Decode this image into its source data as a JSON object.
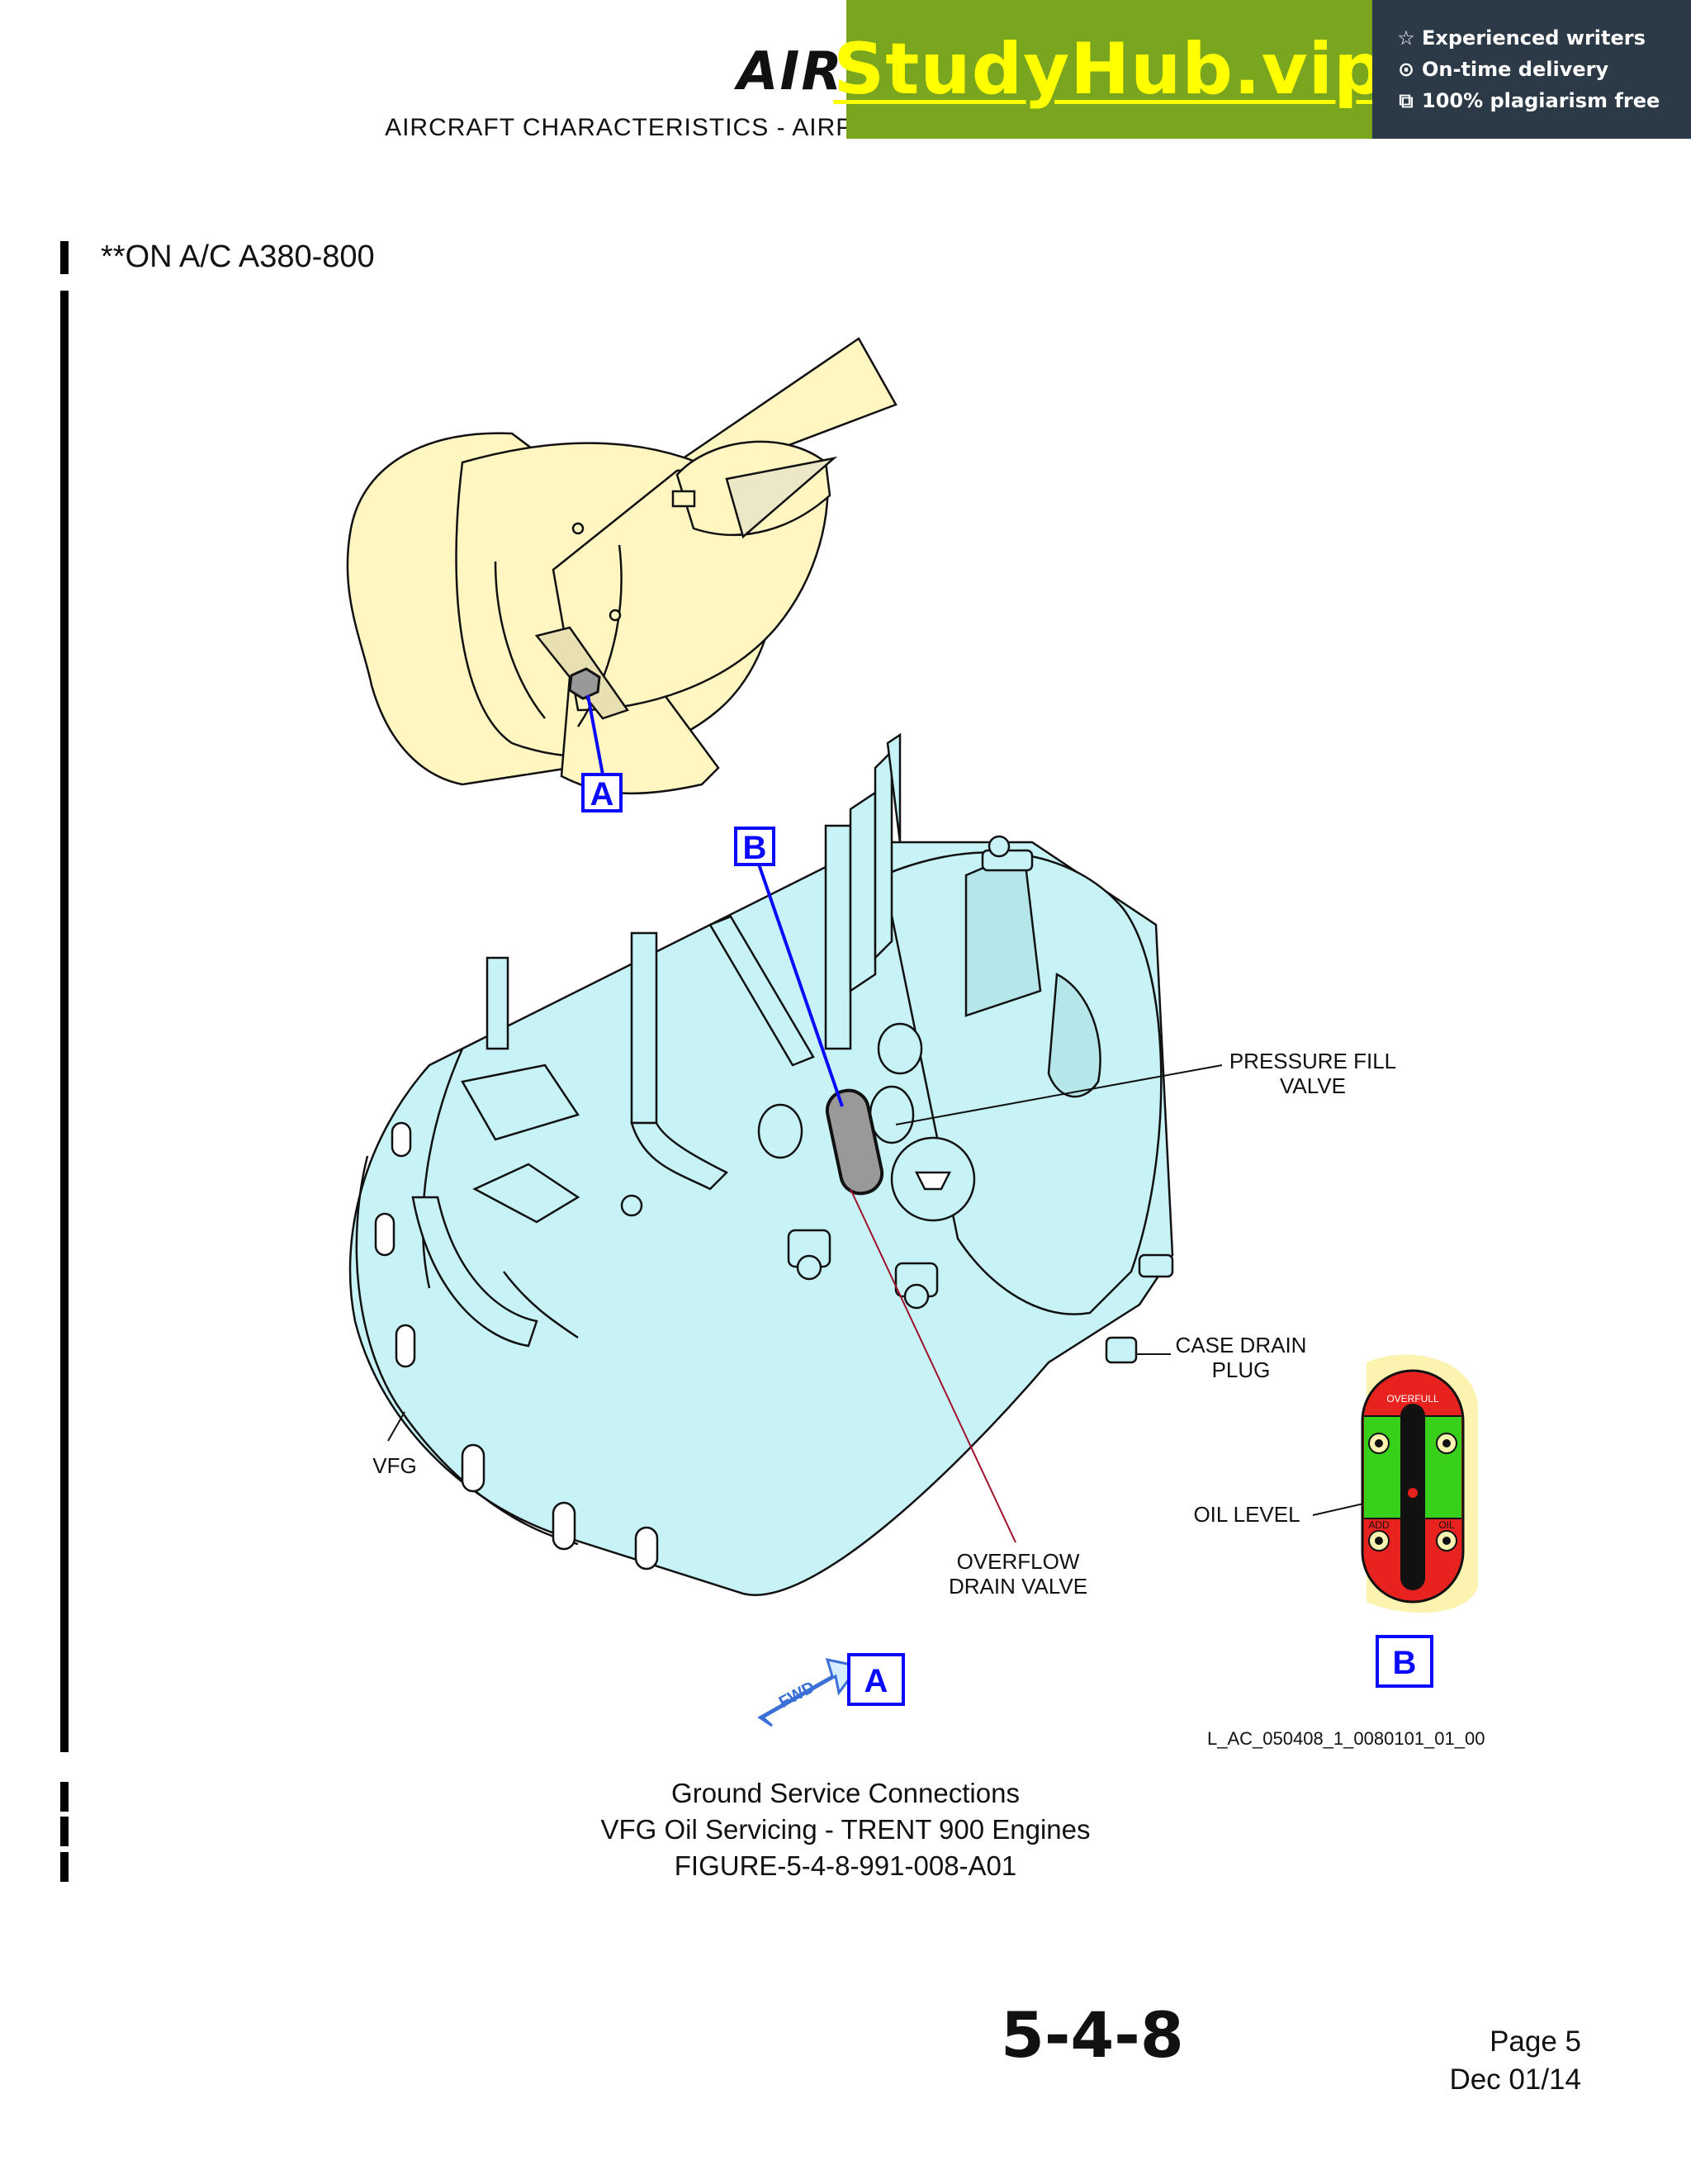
{
  "header": {
    "logo_text": "AIRBUS",
    "title": "AIRCRAFT CHARACTERISTICS - AIRPORT AND MAINTENANCE PLANNING"
  },
  "banner": {
    "brand": "StudyHub.vip",
    "features": [
      {
        "icon": "star-icon",
        "text": "Experienced writers"
      },
      {
        "icon": "clock-icon",
        "text": "On-time delivery"
      },
      {
        "icon": "copy-check-icon",
        "text": "100% plagiarism free"
      }
    ],
    "colors": {
      "brand_bg": "#7aa51f",
      "brand_text": "#ffff00",
      "feature_bg": "#2c3a47"
    }
  },
  "applicability": "**ON A/C A380-800",
  "figure": {
    "view_tags": {
      "a": "A",
      "b": "B"
    },
    "callouts": {
      "pressure_fill_valve": [
        "PRESSURE FILL",
        "VALVE"
      ],
      "case_drain_plug": [
        "CASE DRAIN",
        "PLUG"
      ],
      "vfg": "VFG",
      "overflow_drain_valve": [
        "OVERFLOW",
        "DRAIN VALVE"
      ],
      "oil_level": "OIL LEVEL"
    },
    "gauge_labels": {
      "overfull": "OVERFULL",
      "add": "ADD",
      "oil": "OIL"
    },
    "fwd_arrow": "FWD",
    "drawing_id": "L_AC_050408_1_0080101_01_00",
    "colors": {
      "engine": "#fff6c2",
      "vfg": "#c7f3f7",
      "tag": "#0a0aff",
      "gauge_red": "#e8231f",
      "gauge_green": "#39d01c",
      "gauge_bg": "#fdf3b0"
    }
  },
  "caption": {
    "line1": "Ground Service Connections",
    "line2": "VFG Oil Servicing - TRENT 900 Engines",
    "line3": "FIGURE-5-4-8-991-008-A01"
  },
  "footer": {
    "section": "5-4-8",
    "page": "Page  5",
    "date": "Dec  01/14"
  }
}
